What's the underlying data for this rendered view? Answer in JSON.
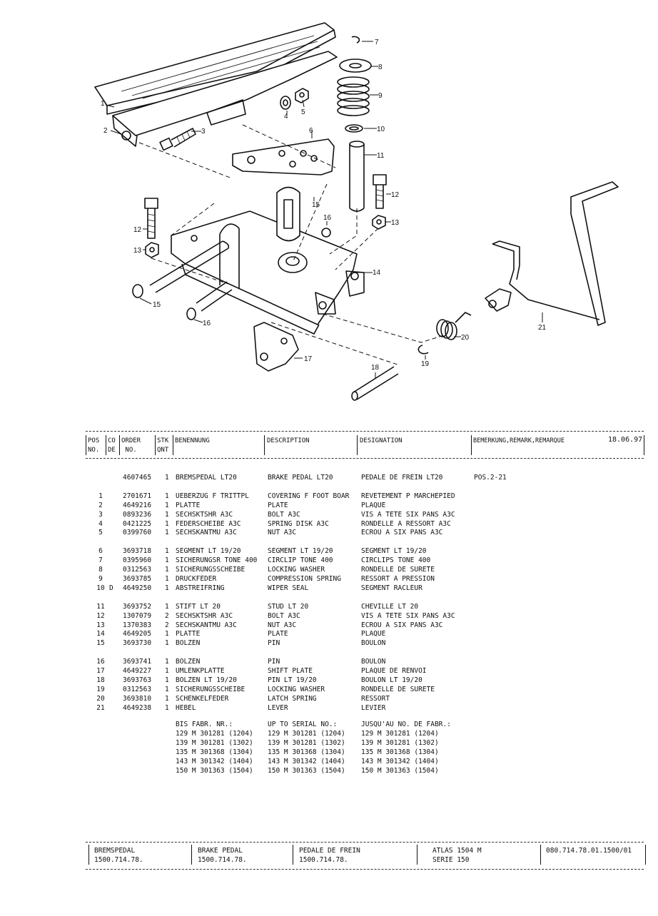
{
  "diagram": {
    "callouts": [
      "1",
      "2",
      "3",
      "4",
      "5",
      "6",
      "7",
      "8",
      "9",
      "10",
      "11",
      "12",
      "12",
      "13",
      "13",
      "14",
      "15",
      "15",
      "16",
      "16",
      "17",
      "18",
      "19",
      "20",
      "21"
    ]
  },
  "header": {
    "pos": "POS\nNO.",
    "co": "CO\nDE",
    "order": "ORDER\n NO.",
    "stk": "STK\nQNT",
    "benennung": "BENENNUNG",
    "description": "DESCRIPTION",
    "designation": "DESIGNATION",
    "remark": "BEMERKUNG,REMARK,REMARQUE",
    "date": "18.06.97"
  },
  "parts": {
    "pos": [
      "",
      "",
      "1",
      "2",
      "3",
      "4",
      "5",
      "",
      "6",
      "7",
      "8",
      "9",
      "10",
      "",
      "11",
      "12",
      "13",
      "14",
      "15",
      "",
      "16",
      "17",
      "18",
      "19",
      "20",
      "21"
    ],
    "code": [
      "",
      "",
      "",
      "",
      "",
      "",
      "",
      "",
      "",
      "",
      "",
      "",
      "D",
      "",
      "",
      "",
      "",
      "",
      "",
      "",
      "",
      "",
      "",
      "",
      "",
      ""
    ],
    "order": [
      "4607465",
      "",
      "2701671",
      "4649216",
      "0893236",
      "0421225",
      "0399760",
      "",
      "3693718",
      "0395960",
      "0312563",
      "3693785",
      "4649250",
      "",
      "3693752",
      "1307079",
      "1370383",
      "4649205",
      "3693730",
      "",
      "3693741",
      "4649227",
      "3693763",
      "0312563",
      "3693810",
      "4649238"
    ],
    "qty": [
      "1",
      "",
      "1",
      "1",
      "1",
      "1",
      "1",
      "",
      "1",
      "1",
      "1",
      "1",
      "1",
      "",
      "1",
      "2",
      "2",
      "1",
      "1",
      "",
      "1",
      "1",
      "1",
      "1",
      "1",
      "1"
    ],
    "benennung": [
      "BREMSPEDAL LT20",
      "",
      "UEBERZUG F TRITTPL",
      "PLATTE",
      "SECHSKTSHR A3C",
      "FEDERSCHEIBE A3C",
      "SECHSKANTMU A3C",
      "",
      "SEGMENT LT 19/20",
      "SICHERUNGSR TONE 400",
      "SICHERUNGSSCHEIBE",
      "DRUCKFEDER",
      "ABSTREIFRING",
      "",
      "STIFT LT 20",
      "SECHSKTSHR A3C",
      "SECHSKANTMU A3C",
      "PLATTE",
      "BOLZEN",
      "",
      "BOLZEN",
      "UMLENKPLATTE",
      "BOLZEN LT 19/20",
      "SICHERUNGSSCHEIBE",
      "SCHENKELFEDER",
      "HEBEL"
    ],
    "description": [
      "BRAKE PEDAL LT20",
      "",
      "COVERING F FOOT BOAR",
      "PLATE",
      "BOLT A3C",
      "SPRING DISK A3C",
      "NUT A3C",
      "",
      "SEGMENT LT 19/20",
      "CIRCLIP TONE 400",
      "LOCKING WASHER",
      "COMPRESSION SPRING",
      "WIPER SEAL",
      "",
      "STUD LT 20",
      "BOLT A3C",
      "NUT A3C",
      "PLATE",
      "PIN",
      "",
      "PIN",
      "SHIFT PLATE",
      "PIN LT 19/20",
      "LOCKING WASHER",
      "LATCH SPRING",
      "LEVER"
    ],
    "designation": [
      "PEDALE DE FREIN LT20",
      "",
      "REVETEMENT P MARCHEPIED",
      "PLAQUE",
      "VIS A TETE SIX PANS A3C",
      "RONDELLE A RESSORT A3C",
      "ECROU A SIX PANS A3C",
      "",
      "SEGMENT LT 19/20",
      "CIRCLIPS TONE 400",
      "RONDELLE DE SURETE",
      "RESSORT A PRESSION",
      "SEGMENT RACLEUR",
      "",
      "CHEVILLE LT 20",
      "VIS A TETE SIX PANS A3C",
      "ECROU A SIX PANS A3C",
      "PLAQUE",
      "BOULON",
      "",
      "BOULON",
      "PLAQUE DE RENVOI",
      "BOULON LT 19/20",
      "RONDELLE DE SURETE",
      "RESSORT",
      "LEVIER"
    ],
    "remark": [
      "POS.2-21",
      "",
      "",
      "",
      "",
      "",
      "",
      "",
      "",
      "",
      "",
      "",
      "",
      "",
      "",
      "",
      "",
      "",
      "",
      "",
      "",
      "",
      "",
      "",
      "",
      ""
    ]
  },
  "serial": {
    "de": [
      "BIS FABR. NR.:",
      "129 M 301281 (1204)",
      "139 M 301281 (1302)",
      "135 M 301368 (1304)",
      "143 M 301342 (1404)",
      "150 M 301363 (1504)"
    ],
    "en": [
      "UP TO SERIAL NO.:",
      "129 M 301281 (1204)",
      "139 M 301281 (1302)",
      "135 M 301368 (1304)",
      "143 M 301342 (1404)",
      "150 M 301363 (1504)"
    ],
    "fr": [
      "JUSQU'AU NO. DE FABR.:",
      "129 M 301281 (1204)",
      "139 M 301281 (1302)",
      "135 M 301368 (1304)",
      "143 M 301342 (1404)",
      "150 M 301363 (1504)"
    ]
  },
  "footer": {
    "de": "BREMSPEDAL\n1500.714.78.",
    "en": "BRAKE PEDAL\n1500.714.78.",
    "fr": "PEDALE DE FREIN\n1500.714.78.",
    "model": "ATLAS 1504 M\nSERIE 150",
    "docno": "080.714.78.01.1500/01"
  }
}
